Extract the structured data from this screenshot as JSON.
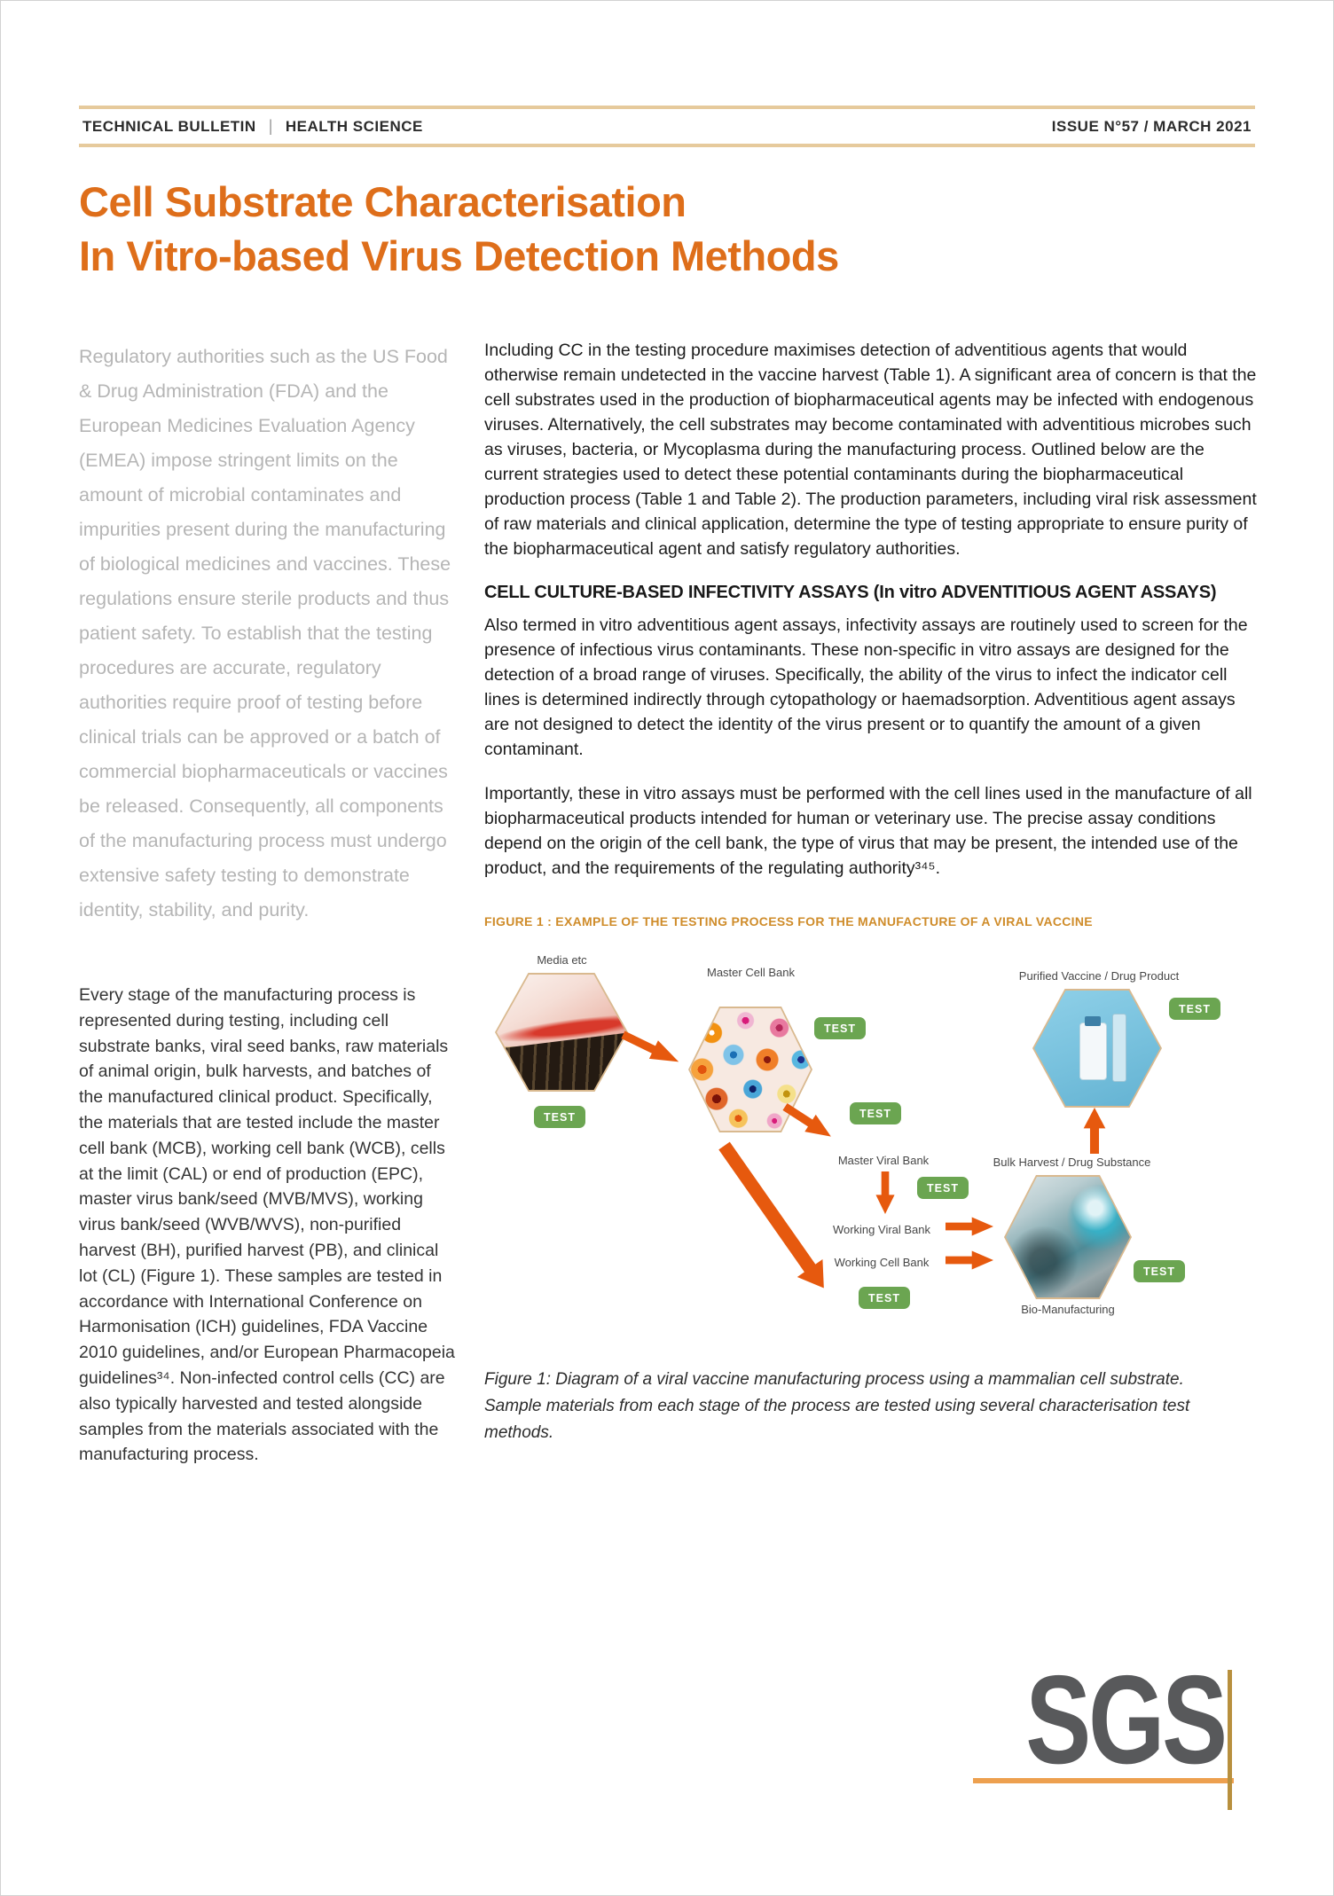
{
  "header": {
    "left_primary": "TECHNICAL BULLETIN",
    "divider": "|",
    "left_secondary": "HEALTH SCIENCE",
    "right": "ISSUE N°57 / MARCH 2021"
  },
  "title": {
    "line1": "Cell Substrate Characterisation",
    "line2": "In Vitro-based Virus Detection Methods"
  },
  "left_column": {
    "para1": "Regulatory authorities such as the US Food & Drug Administration (FDA) and the European Medicines Evaluation Agency (EMEA) impose stringent limits on the amount of microbial contaminates and impurities present during the manufacturing of biological medicines and vaccines. These regulations ensure sterile products and thus patient safety. To establish that the testing procedures are accurate, regulatory authorities require proof of testing before clinical trials can be approved or a batch of commercial biopharmaceuticals or vaccines be released. Consequently, all components of the manufacturing process must undergo extensive safety testing to demonstrate identity, stability, and purity.",
    "para2": "Every stage of the manufacturing process is represented during testing, including cell substrate banks, viral seed banks, raw materials of animal origin, bulk harvests, and batches of the manufactured clinical product. Specifically, the materials that are tested include the master cell bank (MCB), working cell bank (WCB), cells at the limit (CAL) or end of production (EPC), master virus bank/seed (MVB/MVS), working virus bank/seed (WVB/WVS), non-purified harvest (BH), purified harvest (PB), and clinical lot (CL) (Figure 1). These samples are tested in accordance with International Conference on Harmonisation (ICH) guidelines, FDA Vaccine 2010 guidelines, and/or European Pharmacopeia guidelines³⁴. Non-infected control cells (CC) are also typically harvested and tested alongside samples from the materials associated with the manufacturing process."
  },
  "right_column": {
    "para1": "Including CC in the testing procedure maximises detection of adventitious agents that would otherwise remain undetected in the vaccine harvest (Table 1). A significant area of concern is that the cell substrates used in the production of biopharmaceutical agents may be infected with endogenous viruses. Alternatively, the cell substrates may become contaminated with adventitious microbes such as viruses, bacteria, or Mycoplasma during the manufacturing process. Outlined below are the current strategies used to detect these potential contaminants during the biopharmaceutical production process (Table 1 and Table 2). The production parameters, including viral risk assessment of raw materials and clinical application, determine the type of testing appropriate to ensure purity of the biopharmaceutical agent and satisfy regulatory authorities.",
    "section_heading": "CELL CULTURE-BASED INFECTIVITY ASSAYS (In vitro ADVENTITIOUS AGENT ASSAYS)",
    "para2": "Also termed in vitro adventitious agent assays, infectivity assays are routinely used to screen for the presence of infectious virus contaminants. These non-specific in vitro assays are designed for the detection of a broad range of viruses. Specifically, the ability of the virus to infect the indicator cell lines is determined indirectly through cytopathology or haemadsorption. Adventitious agent assays are not designed to detect the identity of the virus present or to quantify the amount of a given contaminant.",
    "para3": "Importantly, these in vitro assays must be performed with the cell lines used in the manufacture of all biopharmaceutical products intended for human or veterinary use. The precise assay conditions depend on the origin of the cell bank, the type of virus that may be present, the intended use of the product, and the requirements of the regulating authority³⁴⁵."
  },
  "figure": {
    "heading": "FIGURE 1 : EXAMPLE OF THE TESTING PROCESS FOR THE MANUFACTURE OF A VIRAL VACCINE",
    "test_label": "TEST",
    "nodes": {
      "media": "Media etc",
      "master_cell_bank": "Master Cell Bank",
      "master_viral_bank": "Master Viral Bank",
      "working_viral_bank": "Working Viral Bank",
      "working_cell_bank": "Working Cell Bank",
      "bulk_harvest": "Bulk Harvest / Drug Substance",
      "purified_vaccine": "Purified Vaccine / Drug Product",
      "bio_manufacturing": "Bio-Manufacturing"
    },
    "caption": "Figure 1: Diagram of a viral vaccine manufacturing process using a mammalian cell substrate. Sample materials from each stage of the process are tested using several characterisation test methods."
  },
  "logo": {
    "text": "SGS"
  },
  "colors": {
    "accent_orange": "#de6e1a",
    "rule_tan": "#e6ca9c",
    "figure_heading": "#cf8c2a",
    "test_green": "#6ba551",
    "arrow_orange": "#e6590e",
    "logo_gray": "#58595b"
  }
}
